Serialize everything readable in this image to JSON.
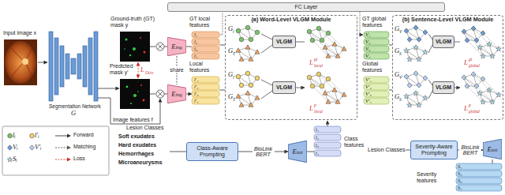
{
  "diagram": {
    "nodes": [
      {
        "text": [
          "FC Layer"
        ]
      },
      {
        "text": [
          "E",
          "img"
        ]
      },
      {
        "text": [
          "E",
          "img"
        ]
      },
      {
        "text": [
          "(a) Word-Level VLGM Module"
        ]
      },
      {
        "text": [
          "VLGM"
        ],
        "in": 3
      },
      {
        "text": [
          "VLGM"
        ],
        "in": 3
      },
      {
        "text": [
          "(b) Sentence-Level VLGM Module"
        ]
      },
      {
        "text": [
          "VLGM"
        ],
        "in": 6
      },
      {
        "text": [
          "VLGM"
        ],
        "in": 6
      },
      {
        "text": [
          "Class-Aware Prompting"
        ]
      },
      {
        "text": [
          "E",
          "text"
        ]
      },
      {
        "text": [
          "Severity-Aware Prompting"
        ]
      },
      {
        "text": [
          "E",
          "text"
        ]
      }
    ],
    "edges": [
      {
        "from": 1,
        "to": 2,
        "arrow": "none",
        "label": "share"
      },
      {
        "from": 9,
        "to": 10,
        "arrow": "to",
        "label": "BioLink BERT"
      },
      {
        "from": 11,
        "to": 12,
        "arrow": "to",
        "label": "BioLink BERT"
      }
    ],
    "labels": [
      "Input image x",
      "Segmentation Network",
      "G",
      "Ground-truth (GT) mask y",
      "Predicted mask y'",
      "L",
      "Dice",
      "Image features f",
      "GT local features",
      "l₁",
      "l₂",
      "l₃",
      "l₄",
      "Local features",
      "l′₁",
      "l′₂",
      "l′₃",
      "l′₄",
      "G",
      "l",
      "G",
      "T",
      "L",
      "local",
      "gt",
      "G",
      "l′",
      "G",
      "T",
      "L",
      "local",
      "p",
      "GT global features",
      "V₁",
      "V₂",
      "V₃",
      "V₄",
      "Global features",
      "V′₁",
      "V′₂",
      "V′₃",
      "V′₄",
      "G",
      "V",
      "G",
      "S",
      "L",
      "global",
      "gt",
      "G",
      "V′",
      "G",
      "S",
      "L",
      "global",
      "p",
      "Lesion Classes",
      "Soft exudates",
      "Hard exudates",
      "Hemorrhages",
      "Microaneurysms",
      "Class features",
      "t₁",
      "t₂",
      "t₃",
      "t₄",
      "Lesion Classes",
      "Severity features",
      "S₁",
      "S₂",
      "S₃",
      "S₄"
    ],
    "legend": [
      {
        "text": "lᵢ"
      },
      {
        "text": "l′ᵢ"
      },
      {
        "text": "Vᵢ"
      },
      {
        "text": "V′ᵢ"
      },
      {
        "text": "Sᵢ"
      },
      {
        "text": "Forward"
      },
      {
        "text": "Matching"
      },
      {
        "text": "Loss"
      }
    ]
  }
}
